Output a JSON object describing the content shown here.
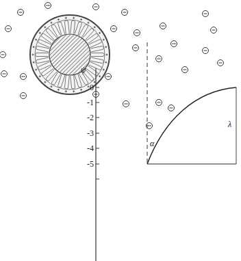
{
  "diagram": {
    "labels": [
      "ψ",
      "0",
      "-1",
      "-2",
      "-3",
      "-4",
      "-5",
      "α",
      "λ"
    ]
  }
}
